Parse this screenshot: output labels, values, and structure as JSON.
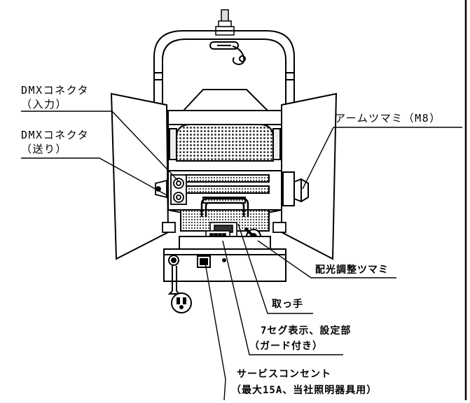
{
  "labels": {
    "dmx_in_line1": "DMXコネクタ",
    "dmx_in_line2": "（入力）",
    "dmx_out_line1": "DMXコネクタ",
    "dmx_out_line2": "（送り）",
    "arm_knob": "アームツマミ（M8）",
    "beam_knob": "配光調整ツマミ",
    "handle": "取っ手",
    "seg_line1": "7セグ表示、設定部",
    "seg_line2": "（ガード付き）",
    "outlet_line1": "サービスコンセント",
    "outlet_line2": "（最大15A、当社照明器具用）"
  }
}
